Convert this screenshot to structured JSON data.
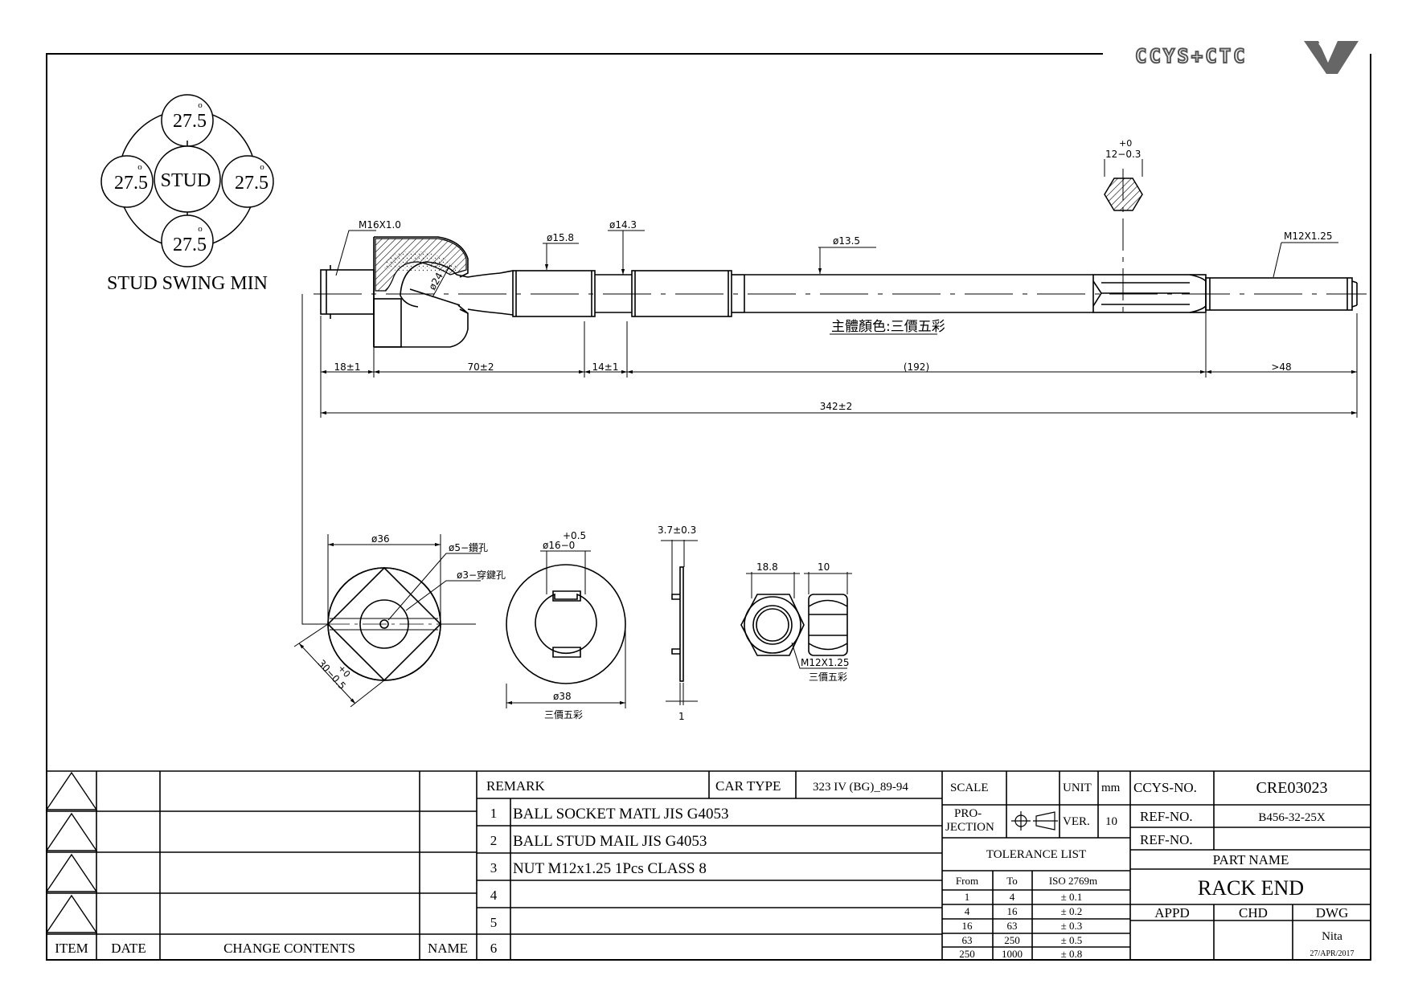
{
  "brand": {
    "logo_text": "CCYS+CTC"
  },
  "stud_swing": {
    "title": "STUD SWING MIN",
    "center_label": "STUD",
    "angle_top": "27.5",
    "angle_left": "27.5",
    "angle_right": "27.5",
    "angle_bottom": "27.5",
    "degree_mark": "o"
  },
  "main_view": {
    "thread_left": "M16X1.0",
    "ball_dia": "ø24",
    "dia_1": "ø15.8",
    "dia_2": "ø14.3",
    "dia_3": "ø13.5",
    "thread_right": "M12X1.25",
    "hex_tol_upper": "+0",
    "hex_tol": "12−0.3",
    "color_note": "主體顏色:三價五彩",
    "len_1": "18±1",
    "len_2": "70±2",
    "len_3": "14±1",
    "len_4": "(192)",
    "len_5": ">48",
    "len_total": "342±2"
  },
  "washer_view": {
    "dia": "ø36",
    "hole_1": "ø5−鑽孔",
    "hole_2": "ø3−穿鍵孔",
    "tol_upper": "+0",
    "tol": "30−0.5"
  },
  "lock_plate_view": {
    "tol_upper": "+0.5",
    "inner_dia": "ø16−0",
    "outer_dia": "ø38",
    "finish": "三價五彩"
  },
  "side_view": {
    "thickness": "3.7±0.3",
    "plate_thk": "1"
  },
  "nut_view": {
    "width": "18.8",
    "height": "10",
    "thread": "M12X1.25",
    "finish": "三價五彩"
  },
  "revision_table": {
    "headers": [
      "ITEM",
      "DATE",
      "CHANGE CONTENTS",
      "NAME"
    ]
  },
  "remark_table": {
    "remark_label": "REMARK",
    "car_type_label": "CAR TYPE",
    "car_type_value": "323 IV (BG)_89-94",
    "rows": [
      {
        "no": "1",
        "text": "BALL SOCKET MATL JIS G4053"
      },
      {
        "no": "2",
        "text": "BALL STUD MAIL JIS G4053"
      },
      {
        "no": "3",
        "text": "NUT M12x1.25 1Pcs CLASS 8"
      },
      {
        "no": "4",
        "text": ""
      },
      {
        "no": "5",
        "text": ""
      },
      {
        "no": "6",
        "text": ""
      }
    ]
  },
  "spec_block": {
    "scale_label": "SCALE",
    "scale_value": "",
    "unit_label": "UNIT",
    "unit_value": "mm",
    "projection_label_1": "PRO-",
    "projection_label_2": "JECTION",
    "ver_label": "VER.",
    "ver_value": "10",
    "tolerance_title": "TOLERANCE LIST",
    "tolerance_headers": [
      "From",
      "To",
      "ISO 2769m"
    ],
    "tolerance_rows": [
      [
        "1",
        "4",
        "± 0.1"
      ],
      [
        "4",
        "16",
        "± 0.2"
      ],
      [
        "16",
        "63",
        "± 0.3"
      ],
      [
        "63",
        "250",
        "± 0.5"
      ],
      [
        "250",
        "1000",
        "± 0.8"
      ]
    ]
  },
  "id_block": {
    "ccys_no_label": "CCYS-NO.",
    "ccys_no_value": "CRE03023",
    "ref_no_label": "REF-NO.",
    "ref_no_value": "B456-32-25X",
    "ref_no2_label": "REF-NO.",
    "ref_no2_value": "",
    "part_name_label": "PART NAME",
    "part_name_value": "RACK END",
    "appd_label": "APPD",
    "chd_label": "CHD",
    "dwg_label": "DWG",
    "dwg_name": "Nita",
    "dwg_date": "27/APR/2017"
  }
}
